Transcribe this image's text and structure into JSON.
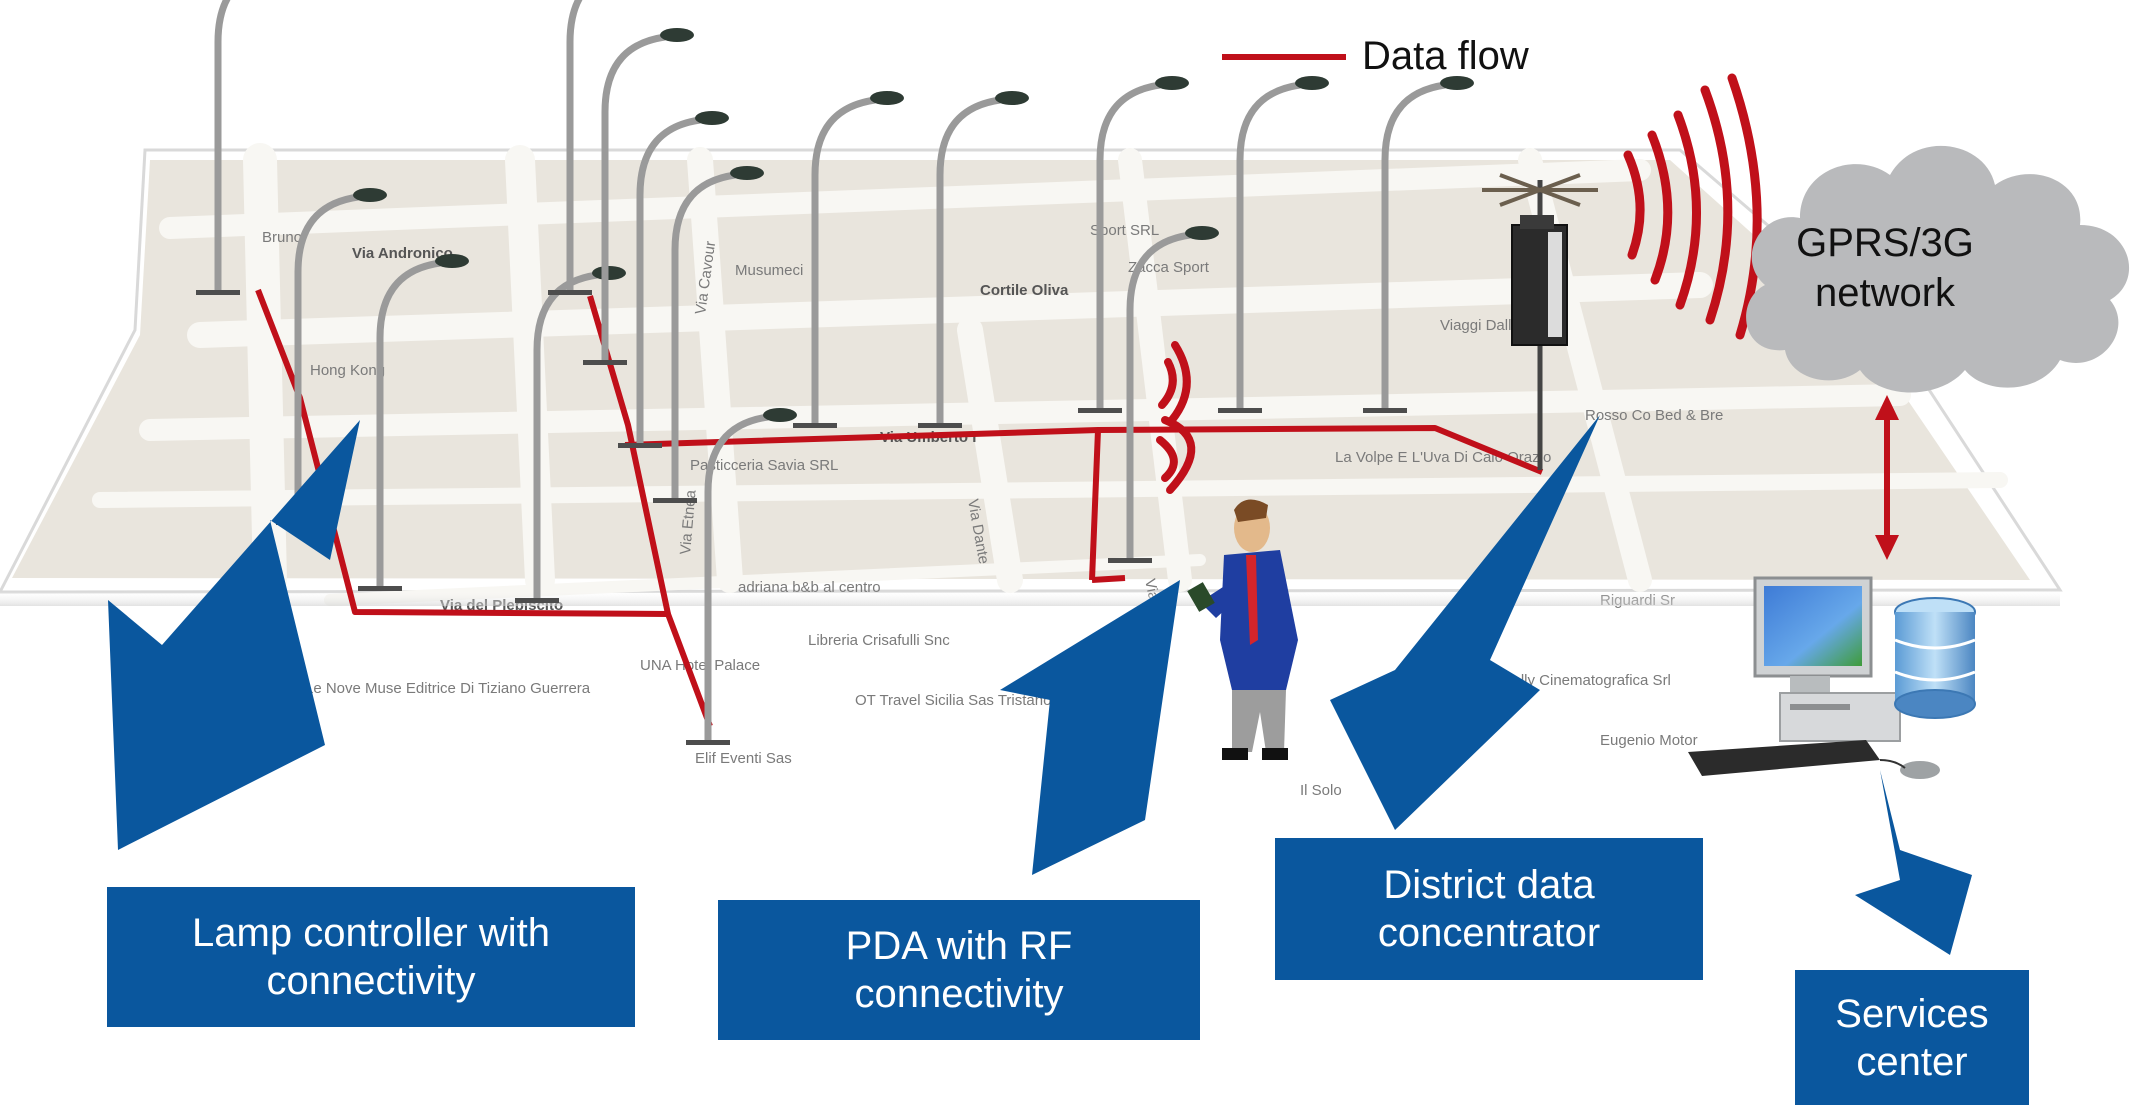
{
  "legend": {
    "label": "Data flow",
    "color": "#c0101a"
  },
  "cloud": {
    "label_line1": "GPRS/3G",
    "label_line2": "network",
    "color": "#b9babc"
  },
  "map": {
    "streets": [
      "Via Andronico",
      "Via Cavour",
      "Via Etnea",
      "Via Dante",
      "Via Umberto I",
      "Via Santa",
      "Via del Plebiscito",
      "Cortile Oliva"
    ],
    "places": [
      "Bruno",
      "Hong Kong",
      "Musumeci",
      "Sport SRL",
      "Zacca Sport",
      "Viaggi Dalle Ninfe",
      "Rosso Co Bed & Bre",
      "La Volpe E L'Uva Di Caio Orazio",
      "Pasticceria Savia SRL",
      "adriana b&b al centro",
      "Libreria Crisafulli Snc",
      "UNA Hotel Palace",
      "Le Nove Muse Editrice Di Tiziano Guerrera",
      "OT Travel Sicilia Sas Tristano Cerulli & Co",
      "Elif Eventi Sas",
      "Riguardi Sr",
      "Jolly Cinematografica Srl",
      "Eugenio Motor",
      "Il Solo"
    ]
  },
  "callouts": {
    "lamp_controller": {
      "line1": "Lamp controller with",
      "line2": "connectivity"
    },
    "pda": {
      "line1": "PDA with RF",
      "line2": "connectivity"
    },
    "concentrator": {
      "line1": "District data",
      "line2": "concentrator"
    },
    "services": {
      "line1": "Services",
      "line2": "center"
    }
  },
  "colors": {
    "callout_blue": "#0a579e",
    "data_red": "#c0101a",
    "map_bg": "#e8e4dc",
    "street": "#f7f6f2"
  }
}
